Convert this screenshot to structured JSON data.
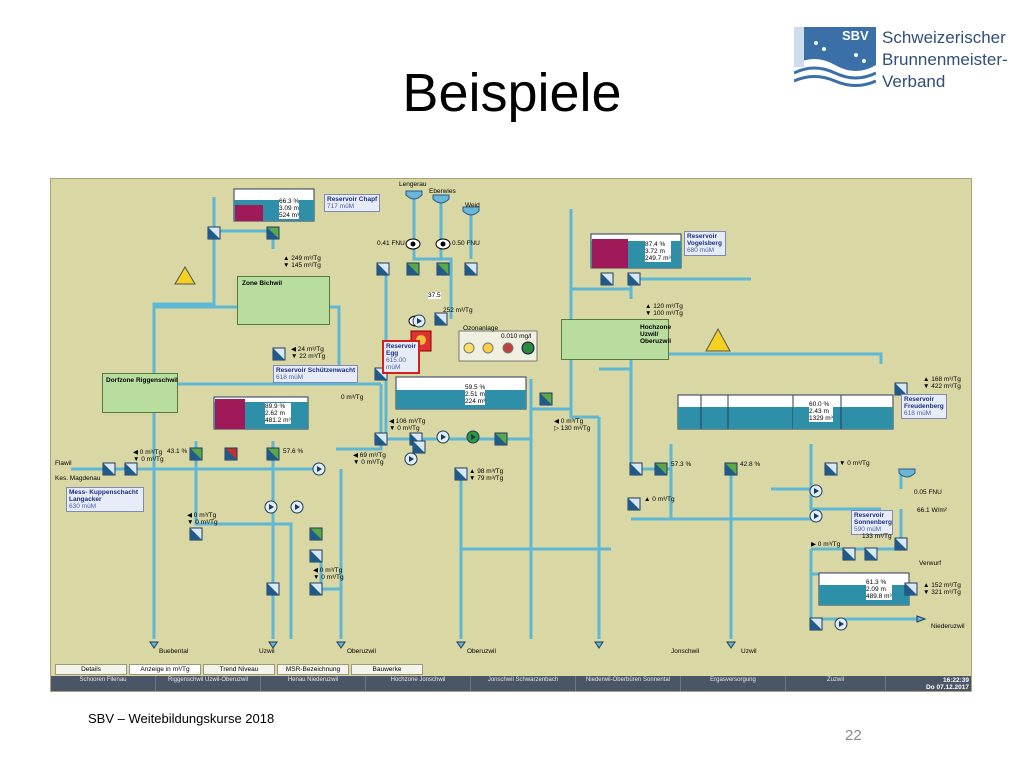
{
  "slide": {
    "title": "Beispiele",
    "footer": "SBV – Weitebildungskurse 2018",
    "page_number": "22"
  },
  "logo": {
    "abbr": "SBV",
    "line1": "Schweizerischer",
    "line2": "Brunnenmeister-",
    "line3": "Verband",
    "color": "#2f4f7a"
  },
  "plant": {
    "colors": {
      "background": "#d9d7a4",
      "pipe": "#5fb7d6",
      "water": "#2e8fa8",
      "valve": "#1f5a8a",
      "magenta": "#a01a5a"
    },
    "reservoirs": {
      "chapf": {
        "name": "Reservoir Chapf",
        "elev": "717 müM",
        "pct": "66.3 %",
        "lvl": "3.09 m",
        "vol": "524 m³"
      },
      "voegelsberg": {
        "name": "Reservoir Vogelsberg",
        "elev": "680 müM",
        "pct": "87.4 %",
        "lvl": "3.72 m",
        "vol": "249.7 m³"
      },
      "schuetzenwacht": {
        "name": "Reservoir Schützenwacht",
        "elev": "618 müM",
        "pct": "89.9 %",
        "lvl": "2.62 m",
        "vol": "481.2 m³"
      },
      "egg": {
        "name": "Reservoir Egg",
        "elev": "615.00 müM",
        "pct": "59.5 %",
        "lvl": "2.51 m",
        "vol": "224 m³"
      },
      "freudenberg": {
        "name": "Reservoir Freudenberg",
        "elev": "618 müM",
        "pct": "60.0 %",
        "lvl": "2.43 m",
        "vol": "1329 m³"
      },
      "sonnenberg": {
        "name": "Reservoir Sonnenberg",
        "elev": "590 müM",
        "pct": "61.3 %",
        "lvl": "2.09 m",
        "vol": "489.8 m³"
      },
      "langacker": {
        "name": "Mess- Kuppenschacht Langacker",
        "elev": "630 müM"
      }
    },
    "zones": {
      "bichwil": "Zone Bichwil",
      "riggenschwil": "Dorfzone Riggenschwil",
      "hochzone": "Hochzone Uzwil/ Oberuzwil"
    },
    "sources": [
      "Lengerau",
      "Eberwies",
      "Weid"
    ],
    "labels": {
      "fnu1": "0.41 FNU",
      "fnu2": "0.50 FNU",
      "fnu3": "0.05 FNU",
      "flow_ozon": "252 m³/Tg",
      "ozonanlage": "Ozonanlage",
      "ozon_val": "0.010 mg/l",
      "turb": "37.5",
      "chapf_in": "▲ 249 m³/Tg",
      "chapf_out": "▼ 145 m³/Tg",
      "vog_in": "▲ 120 m³/Tg",
      "vog_out": "▼ 100 m³/Tg",
      "schuetz_in": "◀ 24 m³/Tg",
      "schuetz_out": "▼ 22 m³/Tg",
      "egg_a": "0 m³/Tg",
      "egg_b": "◀ 106 m³/Tg",
      "egg_c": "▼ 0 m³/Tg",
      "egg_d": "◀ 0 m³/Tg",
      "egg_e": "▷ 130 m³/Tg",
      "egg_f": "▲ 98 m³/Tg",
      "egg_g": "▼ 79 m³/Tg",
      "pct_431": "43.1 %",
      "pct_576": "57.6 %",
      "pct_573": "57.3 %",
      "pct_428": "42.8 %",
      "r_69": "◀ 69 m³/Tg",
      "r_0": "▼ 0 m³/Tg",
      "flawil": "Flawil",
      "kes": "Kes. Magdenau",
      "l_0a": "◀ 0 m³/Tg",
      "l_0b": "▼ 0 m³/Tg",
      "m_0a": "◀ 0 m³/Tg",
      "m_0b": "▼ 0 m³/Tg",
      "n_0a": "◀ 0 m³/Tg",
      "n_0b": "▼ 0 m³/Tg",
      "o_0": "▲ 0 m³/Tg",
      "fr_in": "▲ 168 m³/Tg",
      "fr_out": "▼ 422 m³/Tg",
      "fr_0": "▼ 0 m³/Tg",
      "son_661": "66.1 W/m²",
      "son_133": "133 m³/Tg",
      "son_0": "▶ 0 m³/Tg",
      "verwurf": "Verwurf",
      "son_in": "▲ 152 m³/Tg",
      "son_out": "▼ 321 m³/Tg",
      "out_buebental": "Buebental",
      "out_uzwil": "Uzwil",
      "out_oberuzwil": "Oberuzwil",
      "out_oberuzwil2": "Oberuzwil",
      "out_jonschwil": "Jonschwil",
      "out_uzwil2": "Uzwil",
      "out_niederuzwil": "Niederuzwil"
    },
    "tabs": [
      "Details",
      "Anzeige in m³/Tg",
      "Trend Niveau",
      "MSR-Bezeichnung",
      "Bauwerke"
    ],
    "nav": [
      "Schooren Filenau",
      "Riggenschwil Uzwil-Oberuzwil",
      "Henau Niederuzwil",
      "Hochzone Jonschwil",
      "Jonschwil Schwarzenbach",
      "Niederwil-Oberbüren Sonnental",
      "Ergasversorgung",
      "Zuzwil"
    ],
    "clock_time": "16:22:39",
    "clock_date": "Do 07.12.2017"
  }
}
